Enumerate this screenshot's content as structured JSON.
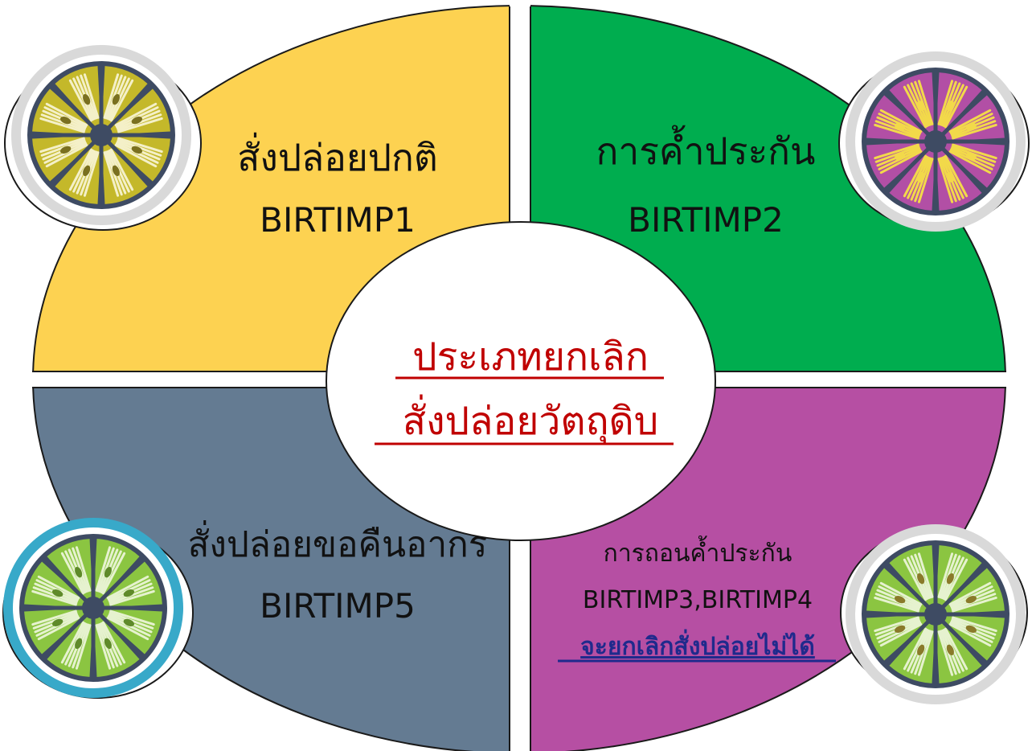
{
  "center": {
    "line1": "ประเภทยกเลิก",
    "line2": "สั่งปล่อยวัตถุดิบ",
    "color": "#c00000"
  },
  "quadrants": {
    "top_left": {
      "line1": "สั่งปล่อยปกติ",
      "line2": "BIRTIMP1",
      "fill": "#fdd251"
    },
    "top_right": {
      "line1": "การค้ำประกัน",
      "line2": "BIRTIMP2",
      "fill": "#00ad4f"
    },
    "bottom_left": {
      "line1": "สั่งปล่อยขอคืนอากร",
      "line2": "BIRTIMP5",
      "fill": "#647b92"
    },
    "bottom_right": {
      "line1": "การถอนค้ำประกัน",
      "line2": "BIRTIMP3,BIRTIMP4",
      "note": "จะยกเลิกสั่งปล่อยไม่ได้",
      "fill": "#b64fa3",
      "note_color": "#1f2a8c"
    }
  },
  "icons": {
    "top_left": "lemon-slice-olive-icon",
    "top_right": "lemon-slice-purple-icon",
    "bottom_left": "lemon-slice-green-icon",
    "bottom_right": "lemon-slice-green-icon"
  },
  "colors": {
    "outline": "#1a1a1a",
    "badge_ring": "#d9d9d9",
    "badge_ring_blue": "#38a9c9",
    "slice_hub": "#3e4b63"
  }
}
